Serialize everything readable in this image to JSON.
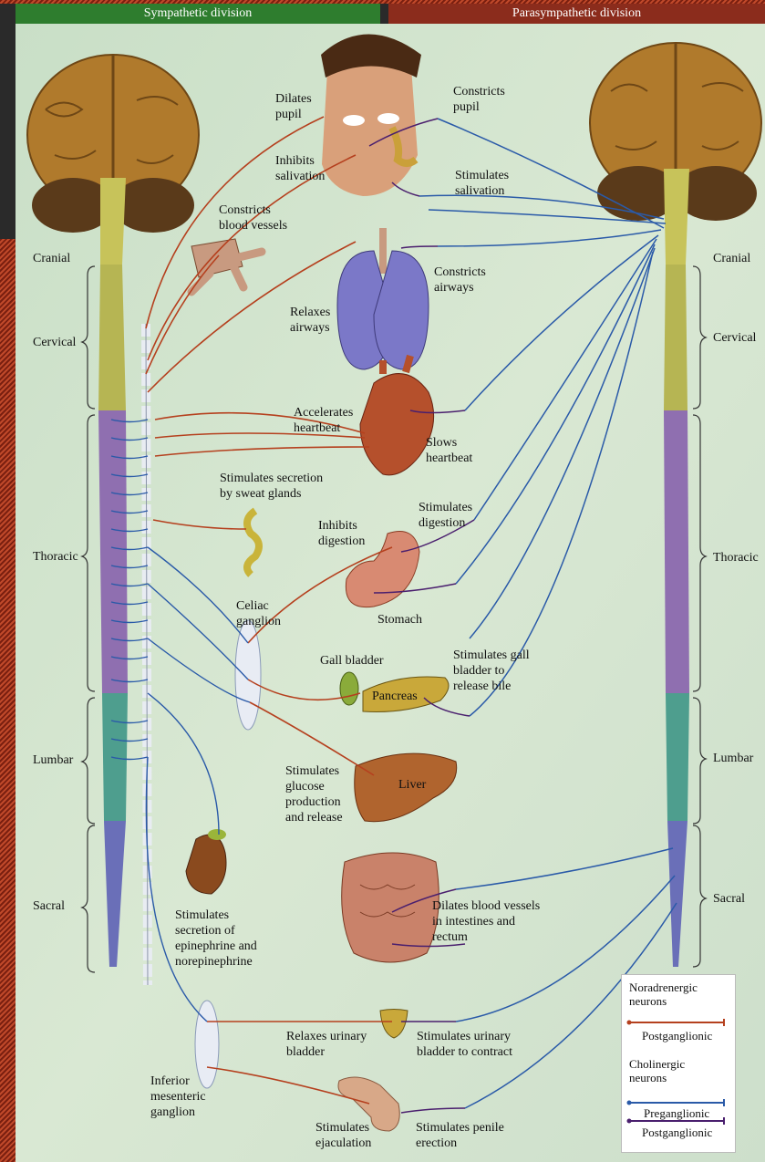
{
  "header": {
    "sympathetic": "Sympathetic division",
    "parasympathetic": "Parasympathetic division"
  },
  "segments": {
    "cranial": "Cranial",
    "cervical": "Cervical",
    "thoracic": "Thoracic",
    "lumbar": "Lumbar",
    "sacral": "Sacral"
  },
  "labels": {
    "dilates_pupil": "Dilates\npupil",
    "constricts_pupil": "Constricts\npupil",
    "inhibits_salivation": "Inhibits\nsalivation",
    "stimulates_salivation": "Stimulates\nsalivation",
    "constricts_blood_vessels": "Constricts\nblood vessels",
    "constricts_airways": "Constricts\nairways",
    "relaxes_airways": "Relaxes\nairways",
    "accelerates_heartbeat": "Accelerates\nheartbeat",
    "slows_heartbeat": "Slows\nheartbeat",
    "sweat_glands": "Stimulates secretion\nby sweat glands",
    "stimulates_digestion": "Stimulates\ndigestion",
    "inhibits_digestion": "Inhibits\ndigestion",
    "stomach": "Stomach",
    "celiac_ganglion": "Celiac\nganglion",
    "gall_bladder": "Gall bladder",
    "stimulates_gall_bladder": "Stimulates gall\nbladder to\nrelease bile",
    "pancreas": "Pancreas",
    "glucose": "Stimulates\nglucose\nproduction\nand release",
    "liver": "Liver",
    "dilates_blood_vessels": "Dilates blood vessels\nin intestines and\nrectum",
    "epinephrine": "Stimulates\nsecretion of\nepinephrine and\nnorepinephrine",
    "relaxes_bladder": "Relaxes urinary\nbladder",
    "stimulates_bladder": "Stimulates urinary\nbladder to contract",
    "inferior_ganglion": "Inferior\nmesenteric\nganglion",
    "ejaculation": "Stimulates\nejaculation",
    "erection": "Stimulates penile\nerection"
  },
  "legend": {
    "noradrenergic": "Noradrenergic\nneurons",
    "postganglionic1": "Postganglionic",
    "cholinergic": "Cholinergic\nneurons",
    "preganglionic": "Preganglionic",
    "postganglionic2": "Postganglionic"
  },
  "colors": {
    "header_sympathetic": "#2e7d2e",
    "header_parasympathetic": "#8b2c1c",
    "noradrenergic": "#b5401e",
    "cholinergic_pre": "#2a5aa8",
    "cholinergic_post": "#4a1f6e",
    "background": "#d6e6cf"
  }
}
